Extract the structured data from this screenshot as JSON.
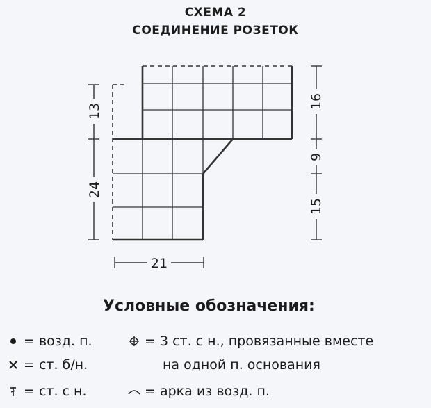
{
  "header": {
    "title": "СХЕМА 2",
    "subtitle": "СОЕДИНЕНИЕ РОЗЕТОК"
  },
  "dimensions": {
    "left_top": "13",
    "left_bottom": "24",
    "bottom": "21",
    "right_top": "16",
    "right_middle": "9",
    "right_bottom": "15"
  },
  "legend": {
    "heading": "Условные обозначения:",
    "items": [
      {
        "icon": "dot-icon",
        "text": "= возд. п."
      },
      {
        "icon": "cross-icon",
        "text": "= ст. б/н."
      },
      {
        "icon": "dc-stitch-icon",
        "text": "= ст. с н."
      },
      {
        "icon": "cluster-icon",
        "text": "= 3 ст. с н., провязанные вместе"
      },
      {
        "icon": "",
        "text": "на одной п. основания"
      },
      {
        "icon": "arc-icon",
        "text": "= арка из возд. п."
      }
    ]
  }
}
